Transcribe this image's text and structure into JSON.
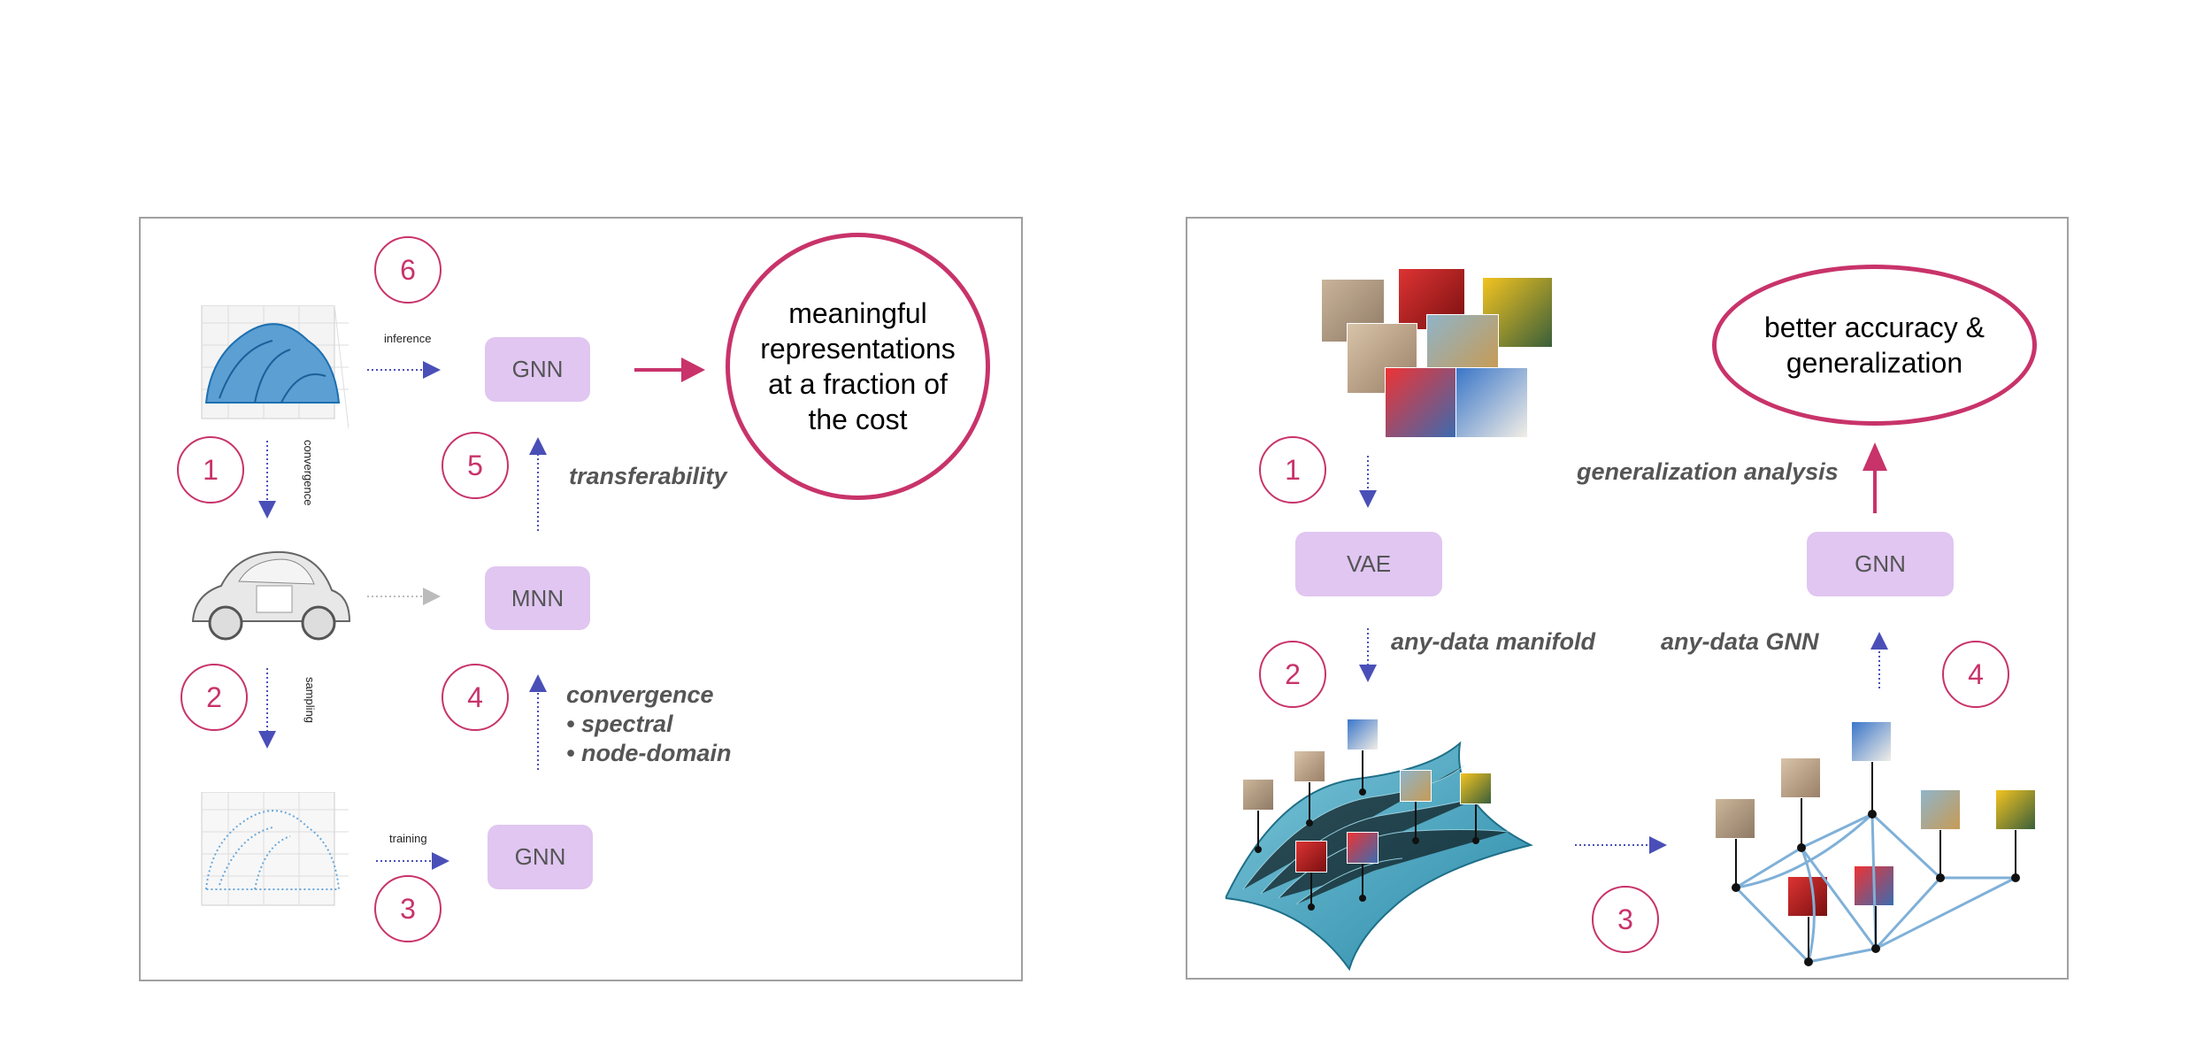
{
  "left": {
    "nodes": {
      "gnn_top": "GNN",
      "mnn": "MNN",
      "gnn_bottom": "GNN"
    },
    "steps": {
      "s1": "1",
      "s2": "2",
      "s3": "3",
      "s4": "4",
      "s5": "5",
      "s6": "6"
    },
    "edge_labels": {
      "inference": "inference",
      "convergence": "convergence",
      "sampling": "sampling",
      "training": "training"
    },
    "annotations": {
      "transferability": "transferability",
      "convergence_head": "convergence",
      "spectral": "• spectral",
      "node_domain": "• node-domain"
    },
    "result": "meaningful representations at a fraction of the cost"
  },
  "right": {
    "nodes": {
      "vae": "VAE",
      "gnn": "GNN"
    },
    "steps": {
      "s1": "1",
      "s2": "2",
      "s3": "3",
      "s4": "4"
    },
    "annotations": {
      "generalization_analysis": "generalization analysis",
      "any_data_manifold": "any-data manifold",
      "any_data_gnn": "any-data GNN"
    },
    "result": "better accuracy & generalization"
  },
  "colors": {
    "accent": "#c8336a",
    "arrow_blue": "#4a4fb8",
    "node_fill": "#e0c6f1",
    "manifold": "#3a9cb5",
    "graph_edge": "#7fb0d8"
  }
}
